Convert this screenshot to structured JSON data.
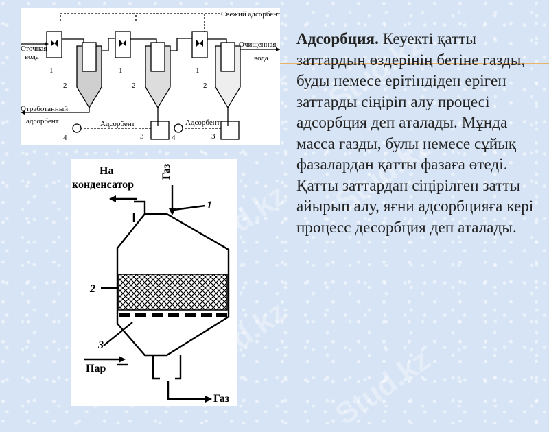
{
  "slide": {
    "title_bold": "Адсорбция.",
    "body": " Кеуекті қатты заттардың өздерінің бетіне газды, буды немесе ерітіндіден еріген заттарды сіңіріп алу процесі адсорбция деп аталады. Мұнда масса газды, булы немесе сұйық фазалардан қатты фазаға өтеді. Қатты заттардан сіңірілген затты айырып алу, яғни адсорбцияға кері процесс десорбция деп аталады.",
    "watermark": "Stud.kz"
  },
  "top_diagram": {
    "fresh_adsorbent": "Свежий адсорбент",
    "waste_water_1": "Сточная",
    "waste_water_2": "вода",
    "treated_water_1": "Очищенная",
    "treated_water_2": "вода",
    "spent_adsorbent_1": "Отработанный",
    "spent_adsorbent_2": "адсорбент",
    "adsorbent_label_a": "Адсорбент",
    "adsorbent_label_b": "Адсорбент",
    "n1a": "1",
    "n1b": "1",
    "n1c": "1",
    "n2a": "2",
    "n2b": "2",
    "n2c": "2",
    "n3a": "3",
    "n3b": "3",
    "n4a": "4",
    "n4b": "4"
  },
  "bottom_diagram": {
    "to_condenser_1": "На",
    "to_condenser_2": "конденсатор",
    "gas_in": "Газ",
    "gas_out": "Газ",
    "steam": "Пар",
    "label_1": "1",
    "label_2": "2",
    "label_3": "3"
  }
}
